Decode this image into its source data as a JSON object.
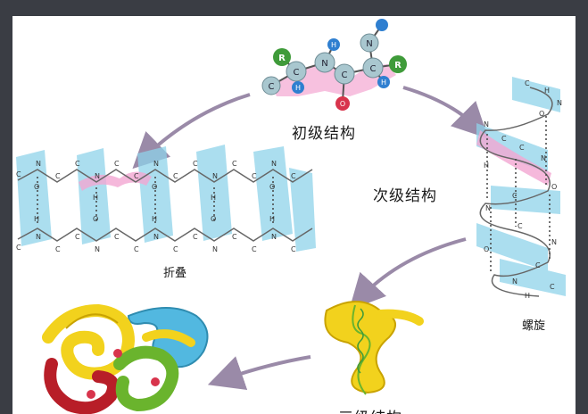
{
  "labels": {
    "primary": "初级结构",
    "secondary": "次级结构",
    "fold": "折叠",
    "helix": "螺旋",
    "tertiary": "三级结构"
  },
  "atoms": {
    "R": "R",
    "C": "C",
    "N": "N",
    "H": "H",
    "O": "O"
  },
  "colors": {
    "sheet_band": "#8fd3ea",
    "highlight": "#f3a6d2",
    "arrow": "#9a8aa8",
    "atom_r": "#3f9b3a",
    "atom_n": "#2f7fd0",
    "atom_c": "#a9c7cf",
    "atom_o": "#d8344c",
    "helix_yellow": "#f2d21d",
    "helix_cyan": "#52b8e0",
    "helix_green": "#6ab42d",
    "helix_red": "#b81e28"
  }
}
